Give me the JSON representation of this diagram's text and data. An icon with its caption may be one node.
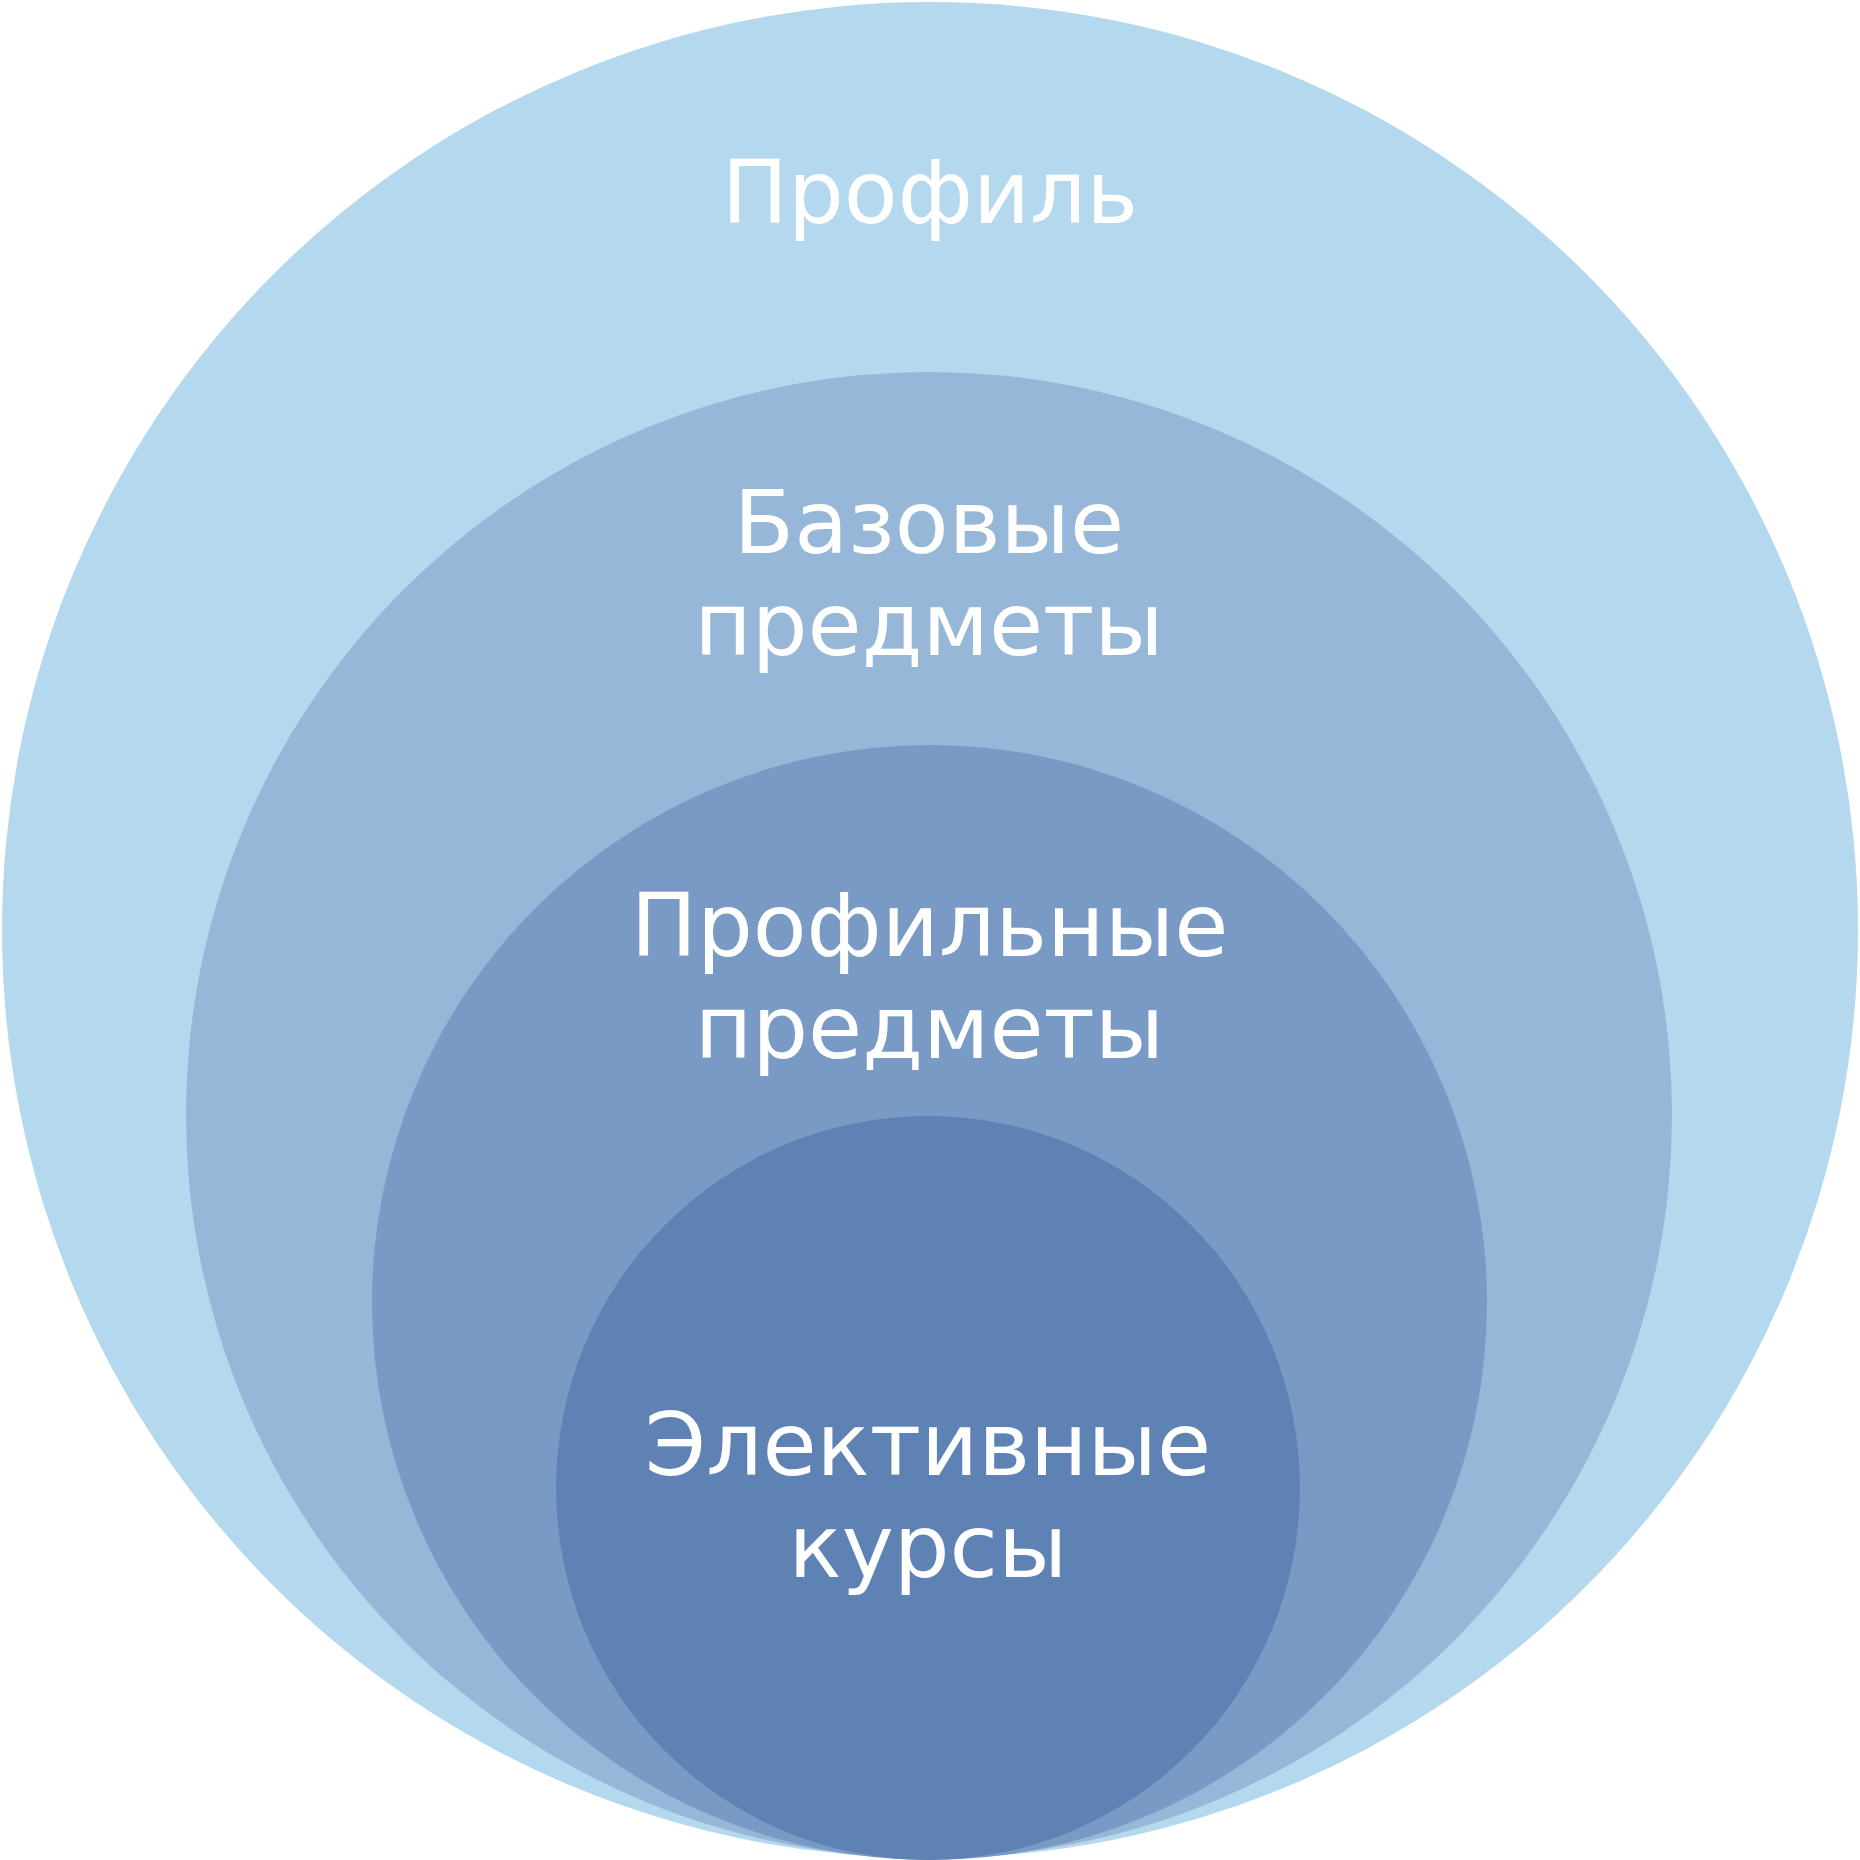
{
  "diagram": {
    "nodes": [
      {
        "text": [
          "Профиль"
        ]
      },
      {
        "text": [
          "Базовые предметы"
        ],
        "in": 0
      },
      {
        "text": [
          "Профильные предметы"
        ],
        "in": 1
      },
      {
        "text": [
          "Элективные курсы"
        ],
        "in": 2
      }
    ]
  }
}
